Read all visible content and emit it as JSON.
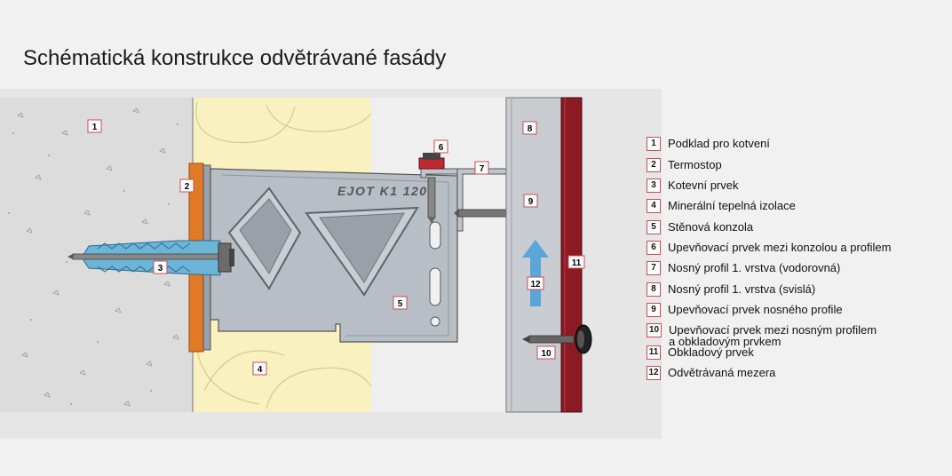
{
  "title": "Schématická konstrukce odvětrávané fasády",
  "bracket_label": "EJOT K1 120",
  "markers": [
    "1",
    "2",
    "3",
    "4",
    "5",
    "6",
    "7",
    "8",
    "9",
    "10",
    "11",
    "12"
  ],
  "legend": [
    {
      "num": "1",
      "text": "Podklad pro kotvení"
    },
    {
      "num": "2",
      "text": "Termostop"
    },
    {
      "num": "3",
      "text": "Kotevní prvek"
    },
    {
      "num": "4",
      "text": "Minerální tepelná izolace"
    },
    {
      "num": "5",
      "text": "Stěnová konzola"
    },
    {
      "num": "6",
      "text": "Upevňovací prvek mezi konzolou a profilem"
    },
    {
      "num": "7",
      "text": "Nosný profil 1. vrstva (vodorovná)"
    },
    {
      "num": "8",
      "text": "Nosný profil 1. vrstva (svislá)"
    },
    {
      "num": "9",
      "text": "Upevňovací prvek nosného profile"
    },
    {
      "num": "10",
      "text": "Upevňovací prvek mezi nosným profilem",
      "text2": "a obkladovým prvkem"
    },
    {
      "num": "11",
      "text": "Obkladový prvek"
    },
    {
      "num": "12",
      "text": "Odvětrávaná mezera"
    }
  ],
  "colors": {
    "marker_border": "#c94b55",
    "cladding": "#8b1a24",
    "thermostop": "#e07a25",
    "insulation": "#f9f2c0",
    "concrete": "#dcdcdc",
    "bracket": "#b8bec6",
    "arrow": "#5aa6d8"
  }
}
